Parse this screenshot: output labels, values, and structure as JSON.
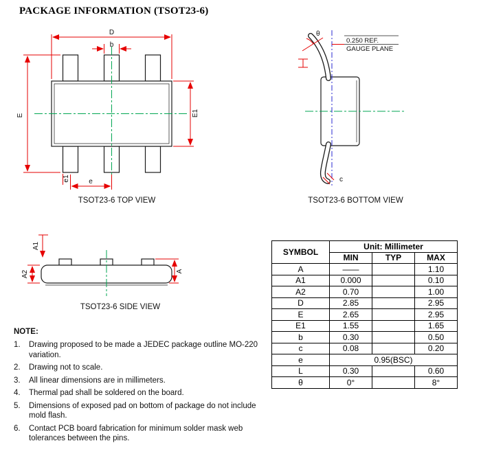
{
  "page": {
    "title": "PACKAGE INFORMATION (TSOT23-6)"
  },
  "views": {
    "top": {
      "caption": "TSOT23-6 TOP VIEW",
      "labels": {
        "D": "D",
        "b": "b",
        "E": "E",
        "E1": "E1",
        "e1": "e1",
        "e": "e"
      }
    },
    "bottom": {
      "caption": "TSOT23-6 BOTTOM VIEW",
      "labels": {
        "theta": "θ",
        "ref": "0.250 REF.",
        "gauge": "GAUGE PLANE",
        "c": "c"
      }
    },
    "side": {
      "caption": "TSOT23-6 SIDE VIEW",
      "labels": {
        "A1": "A1",
        "A2": "A2",
        "A": "A"
      }
    }
  },
  "table": {
    "header": {
      "symbol": "SYMBOL",
      "unit": "Unit: Millimeter",
      "min": "MIN",
      "typ": "TYP",
      "max": "MAX"
    },
    "rows": [
      {
        "symbol": "A",
        "min": "——",
        "typ": "",
        "max": "1.10"
      },
      {
        "symbol": "A1",
        "min": "0.000",
        "typ": "",
        "max": "0.10"
      },
      {
        "symbol": "A2",
        "min": "0.70",
        "typ": "",
        "max": "1.00"
      },
      {
        "symbol": "D",
        "min": "2.85",
        "typ": "",
        "max": "2.95"
      },
      {
        "symbol": "E",
        "min": "2.65",
        "typ": "",
        "max": "2.95"
      },
      {
        "symbol": "E1",
        "min": "1.55",
        "typ": "",
        "max": "1.65"
      },
      {
        "symbol": "b",
        "min": "0.30",
        "typ": "",
        "max": "0.50"
      },
      {
        "symbol": "c",
        "min": "0.08",
        "typ": "",
        "max": "0.20"
      },
      {
        "symbol": "e",
        "span": "0.95(BSC)"
      },
      {
        "symbol": "L",
        "min": "0.30",
        "typ": "",
        "max": "0.60"
      },
      {
        "symbol": "θ",
        "min": "0°",
        "typ": "",
        "max": "8°"
      }
    ]
  },
  "notes": {
    "heading": "NOTE:",
    "items": [
      "Drawing proposed to be made a JEDEC package outline MO-220 variation.",
      "Drawing not to scale.",
      "All linear dimensions are in millimeters.",
      "Thermal pad shall be soldered on the board.",
      "Dimensions of exposed pad on bottom of package do not include mold flash.",
      "Contact PCB board fabrication for minimum solder mask web tolerances between the pins."
    ]
  }
}
